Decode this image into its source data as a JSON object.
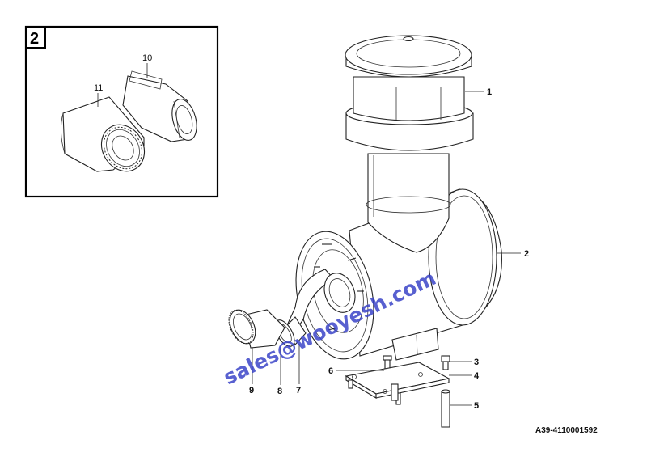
{
  "inset": {
    "number": "2",
    "callouts": [
      "10",
      "11"
    ]
  },
  "callouts": {
    "c1": "1",
    "c2": "2",
    "c3": "3",
    "c4": "4",
    "c5": "5",
    "c6": "6",
    "c7": "7",
    "c8": "8",
    "c9": "9"
  },
  "drawing_code": "A39-4110001592",
  "watermark": "sales@wooyesh.com",
  "colors": {
    "lines": "#222222",
    "watermark": "#3b45c8",
    "background": "#ffffff"
  }
}
